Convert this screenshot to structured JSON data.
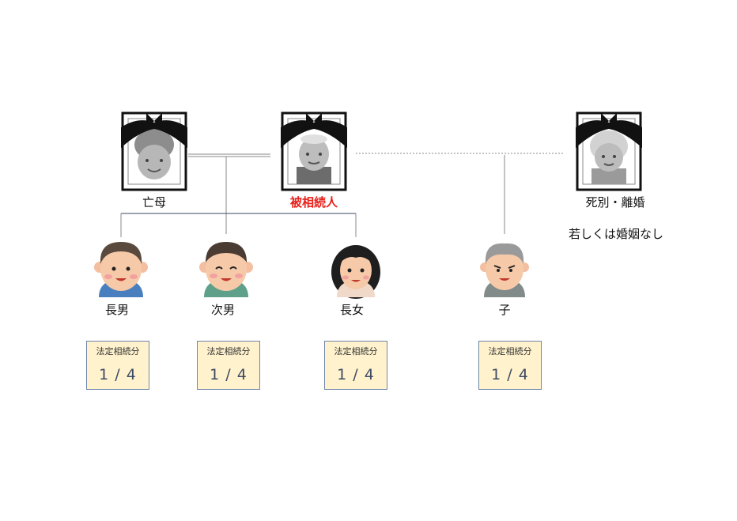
{
  "people": {
    "mother": {
      "label": "亡母"
    },
    "decedent": {
      "label": "被相続人",
      "color": "#e8211b"
    },
    "exspouse": {
      "label": "死別・離婚",
      "note": "若しくは婚姻なし"
    },
    "son1": {
      "label": "長男"
    },
    "son2": {
      "label": "次男"
    },
    "daughter": {
      "label": "長女"
    },
    "child": {
      "label": "子"
    }
  },
  "share": {
    "title": "法定相続分",
    "son1": "1 / 4",
    "son2": "1 / 4",
    "daughter": "1 / 4",
    "child": "1 / 4"
  },
  "colors": {
    "box_fill": "#fff2cc",
    "box_border": "#6f86a8",
    "line": "#7f7f7f",
    "ribbon": "#111111"
  }
}
